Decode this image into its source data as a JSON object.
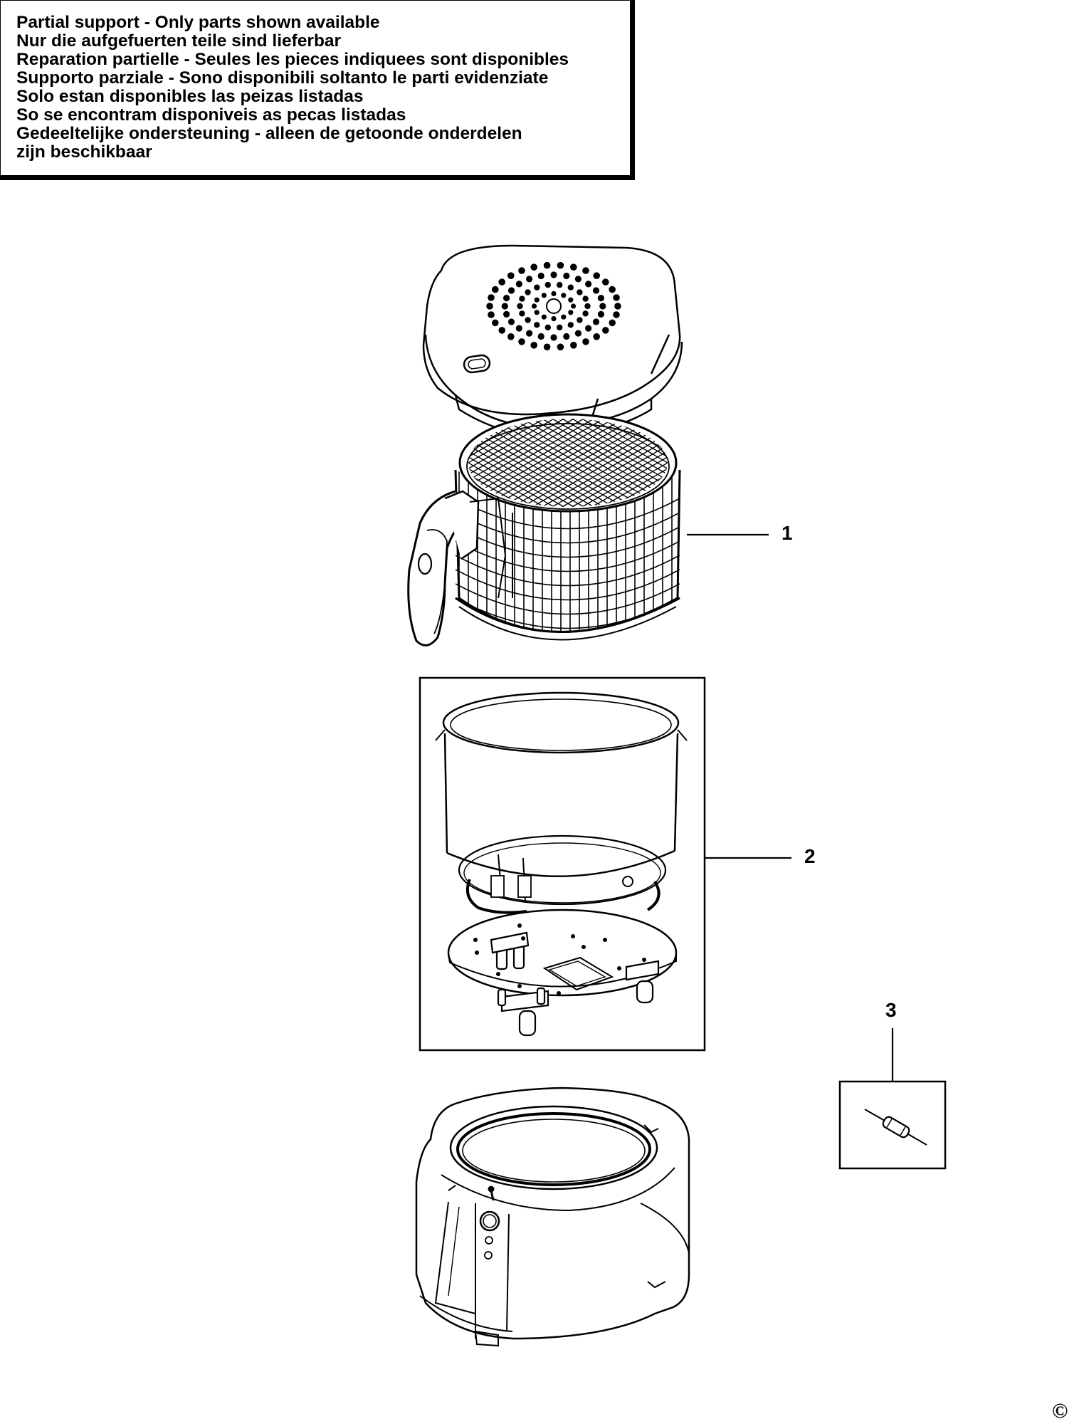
{
  "notice": {
    "lines": [
      "Partial support - Only parts shown available",
      "Nur die aufgefuerten teile sind lieferbar",
      "Reparation partielle - Seules les pieces indiquees sont disponibles",
      "Supporto parziale - Sono disponibili soltanto le parti evidenziate",
      "Solo estan disponibles las peizas listadas",
      "So se encontram disponiveis as pecas listadas",
      "Gedeeltelijke ondersteuning - alleen de getoonde onderdelen",
      "  zijn beschikbaar"
    ]
  },
  "parts": [
    {
      "number": "1",
      "item": "basket"
    },
    {
      "number": "2",
      "item": "bowl-heater-assembly"
    },
    {
      "number": "3",
      "item": "fuse"
    }
  ],
  "copyright": "©"
}
